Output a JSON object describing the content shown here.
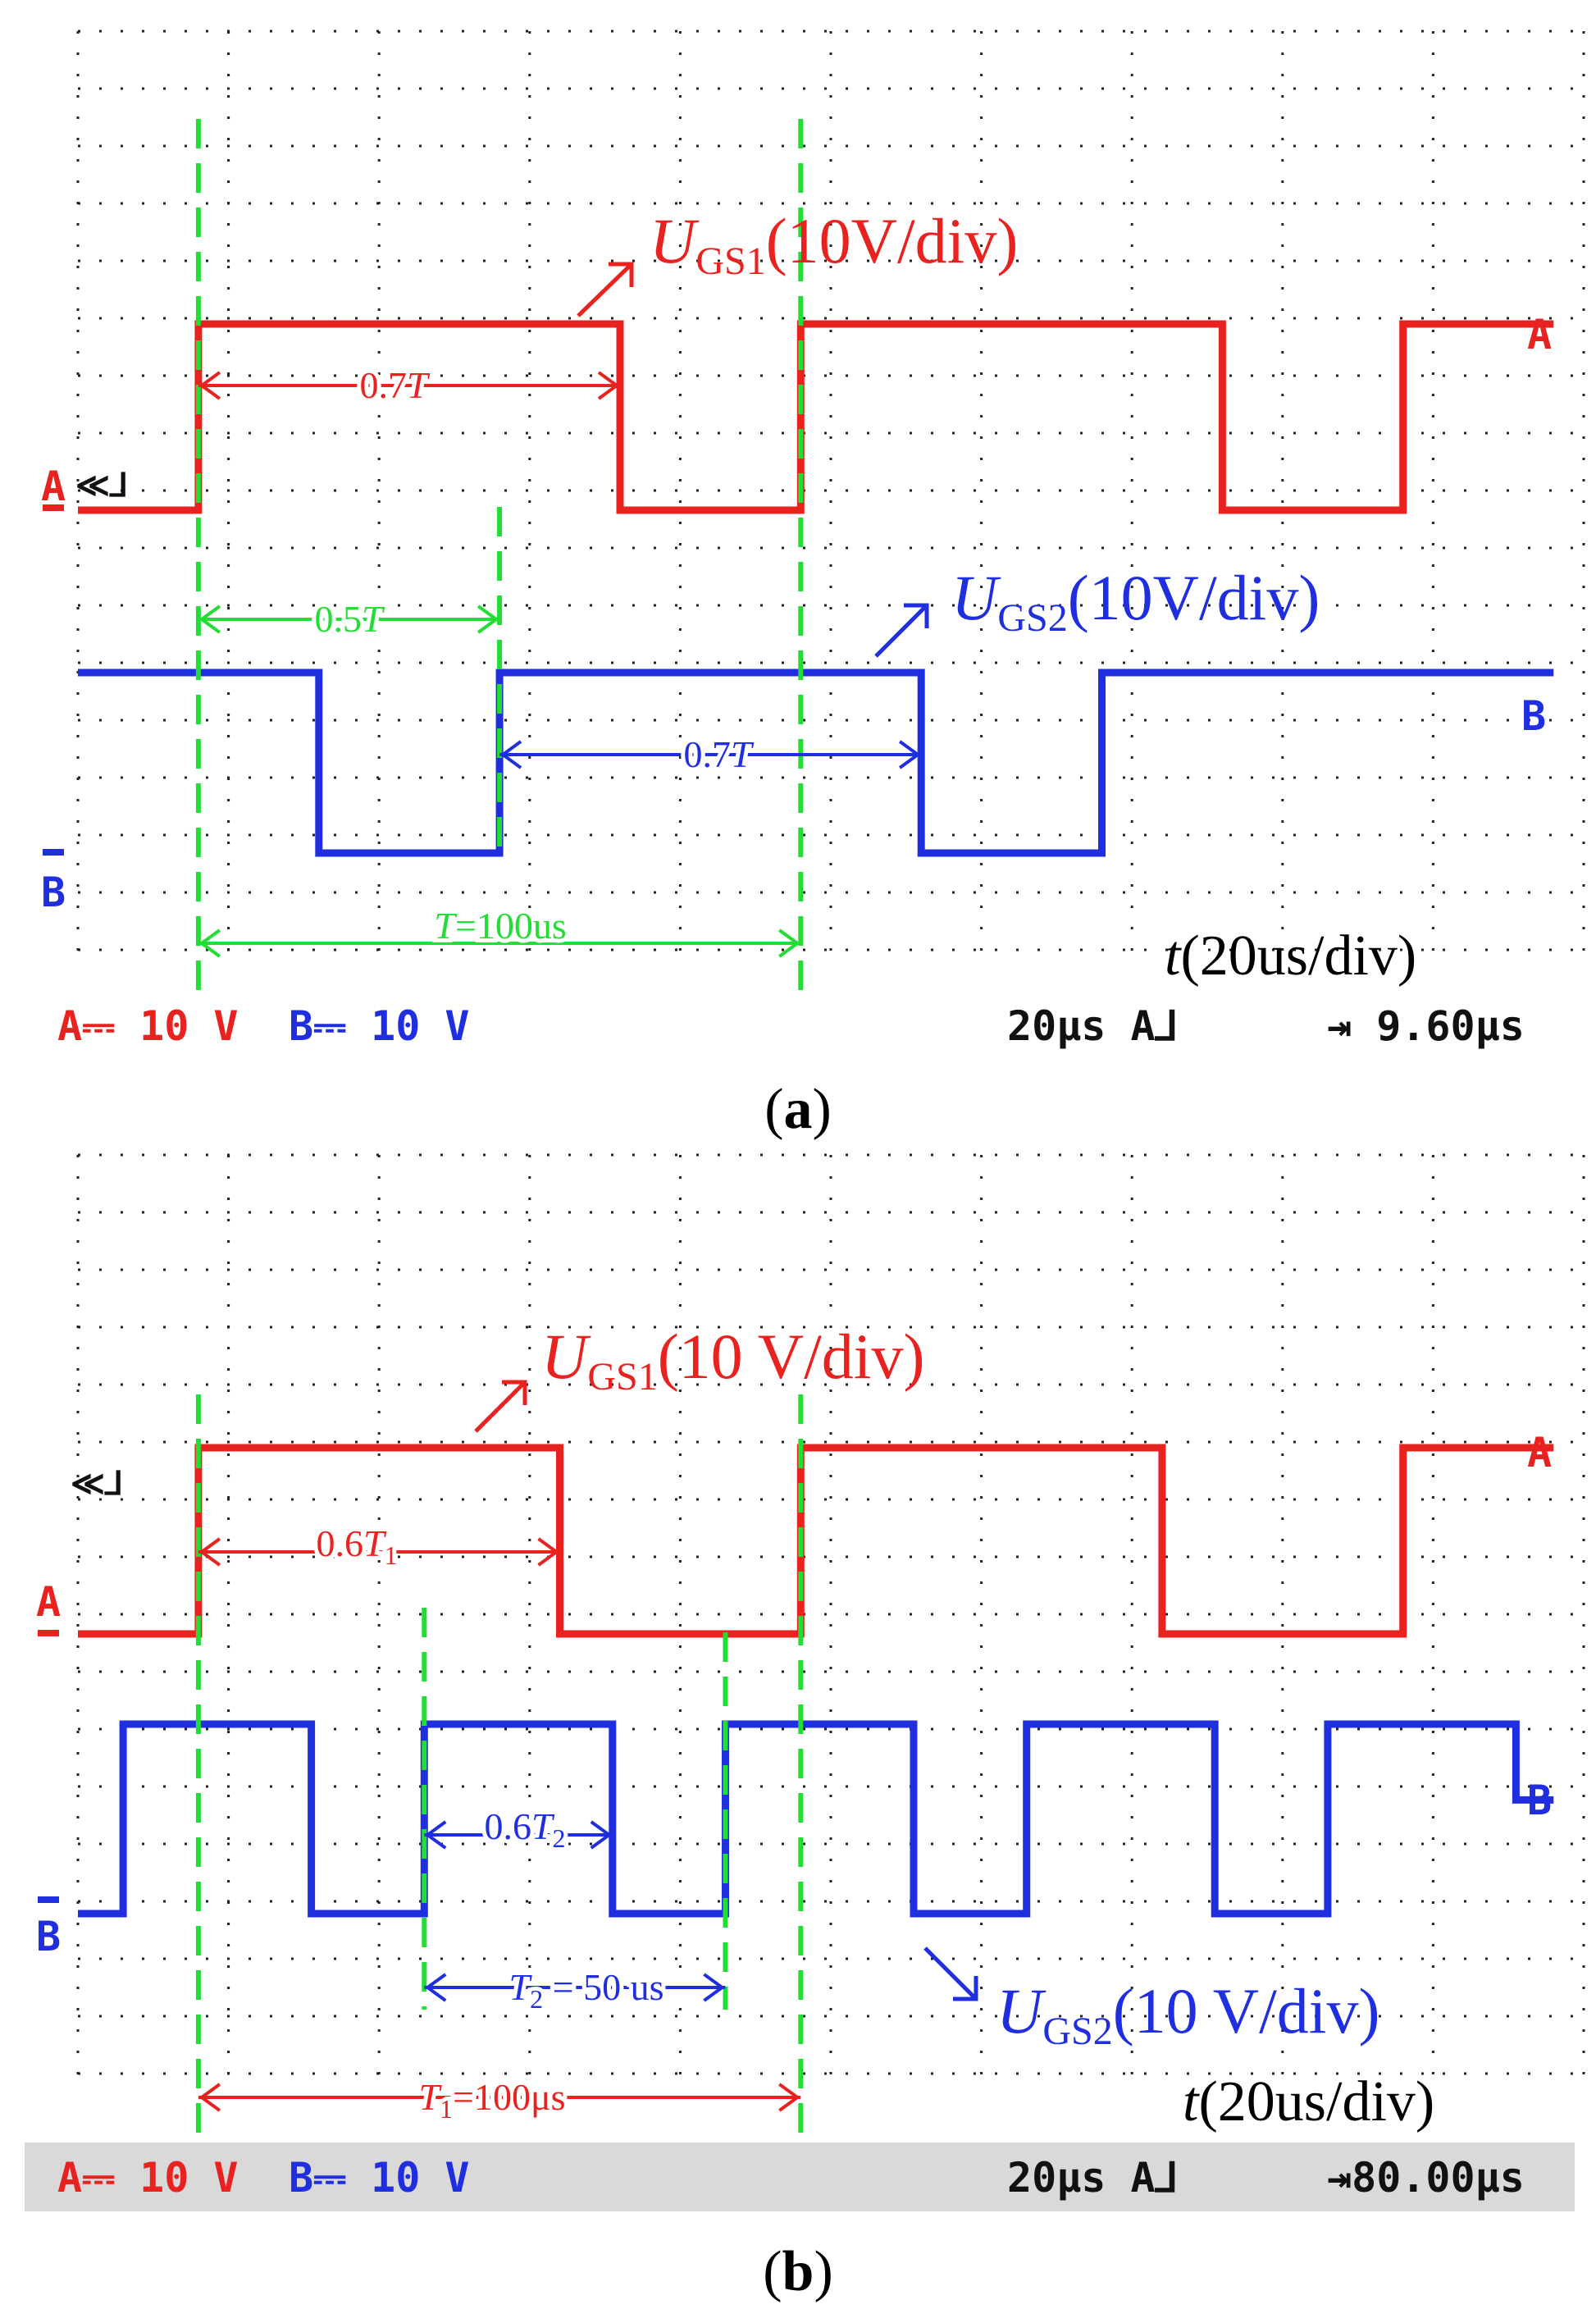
{
  "colors": {
    "channel_a": "#e8231f",
    "channel_b": "#1f2fe0",
    "marker": "#22dd33",
    "grid": "#222222",
    "text": "#111111",
    "status_bar_b": "#d9d9d9"
  },
  "chart_data": [
    {
      "type": "line",
      "caption": "(a)",
      "x_unit": "us",
      "xlim": [
        0,
        200
      ],
      "time_label": {
        "italic": "t",
        "rest": "(20us/div)"
      },
      "series": [
        {
          "name": "UGS1(10V/div)",
          "label": {
            "main": "U",
            "sub": "GS1",
            "rest": "(10V/div)"
          },
          "channel": "A",
          "x": [
            0,
            16,
            16,
            72,
            72,
            96,
            96,
            152,
            152,
            176,
            176,
            196
          ],
          "levels": [
            0,
            0,
            1,
            1,
            0,
            0,
            1,
            1,
            0,
            0,
            1,
            1
          ]
        },
        {
          "name": "UGS2(10V/div)",
          "label": {
            "main": "U",
            "sub": "GS2",
            "rest": "(10V/div)"
          },
          "channel": "B",
          "x": [
            0,
            32,
            32,
            56,
            56,
            112,
            112,
            136,
            136,
            196
          ],
          "levels": [
            1,
            1,
            0,
            0,
            1,
            1,
            0,
            0,
            1,
            1
          ]
        }
      ],
      "annotations": [
        {
          "text_pre": "0.7",
          "text_it": "T",
          "text_sub": "",
          "text_post": "",
          "color": "channel_a"
        },
        {
          "text_pre": "0.5",
          "text_it": "T",
          "text_sub": "",
          "text_post": "",
          "color": "marker"
        },
        {
          "text_pre": "0.7",
          "text_it": "T",
          "text_sub": "",
          "text_post": "",
          "color": "channel_b"
        },
        {
          "text_pre": "",
          "text_it": "T",
          "text_sub": "",
          "text_post": "=100us",
          "color": "marker"
        }
      ],
      "status_bar": {
        "ch_a": "A⎓ 10 V",
        "ch_b": "B⎓ 10 V",
        "timebase": "20μs A⅃",
        "delay": "⇥ 9.60μs"
      },
      "channel_markers": {
        "a": "A",
        "b": "B",
        "trig": "≪⅃"
      }
    },
    {
      "type": "line",
      "caption": "(b)",
      "x_unit": "us",
      "xlim": [
        0,
        200
      ],
      "time_label": {
        "italic": "t",
        "rest": "(20us/div)"
      },
      "series": [
        {
          "name": "UGS1(10 V/div)",
          "label": {
            "main": "U",
            "sub": "GS1",
            "rest": "(10 V/div)"
          },
          "channel": "A",
          "x": [
            0,
            16,
            16,
            64,
            64,
            96,
            96,
            144,
            144,
            176,
            176,
            196
          ],
          "levels": [
            0,
            0,
            1,
            1,
            0,
            0,
            1,
            1,
            0,
            0,
            1,
            1
          ]
        },
        {
          "name": "UGS2(10 V/div)",
          "label": {
            "main": "U",
            "sub": "GS2",
            "rest": "(10 V/div)"
          },
          "channel": "B",
          "x": [
            0,
            6,
            6,
            31,
            31,
            46,
            46,
            71,
            71,
            86,
            86,
            111,
            111,
            126,
            126,
            151,
            151,
            166,
            166,
            191,
            191,
            196
          ],
          "levels": [
            0,
            0,
            1,
            1,
            0,
            0,
            1,
            1,
            0,
            0,
            1,
            1,
            0,
            0,
            1,
            1,
            0,
            0,
            1,
            1,
            0.6,
            0.6
          ]
        }
      ],
      "annotations": [
        {
          "text_pre": "0.6",
          "text_it": "T",
          "text_sub": "1",
          "text_post": "",
          "color": "channel_a"
        },
        {
          "text_pre": "0.6",
          "text_it": "T",
          "text_sub": "2",
          "text_post": "",
          "color": "channel_b"
        },
        {
          "text_pre": "",
          "text_it": "T",
          "text_sub": "2",
          "text_post": " = 50 us",
          "color": "channel_b"
        },
        {
          "text_pre": "",
          "text_it": "T",
          "text_sub": "1",
          "text_post": "=100μs",
          "color": "channel_a"
        }
      ],
      "status_bar": {
        "ch_a": "A⎓ 10 V",
        "ch_b": "B⎓ 10 V",
        "timebase": "20μs A⅃",
        "delay": "⇥80.00μs"
      },
      "channel_markers": {
        "a": "A",
        "b": "B",
        "trig": "≪⅃"
      }
    }
  ]
}
